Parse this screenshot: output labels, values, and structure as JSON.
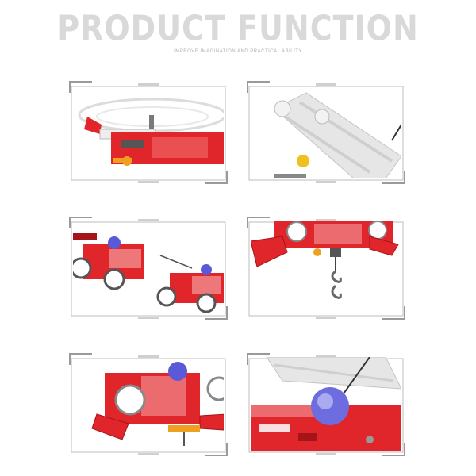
{
  "header": {
    "title": "PRODUCT FUNCTION",
    "subtitle": "IMPROVE IMAGINATION AND PRACTICAL ABILITY"
  },
  "colors": {
    "frame": "#bdbdbd",
    "toy_red": "#e0262b",
    "toy_dark_red": "#a51419",
    "toy_white": "#eeeeee",
    "toy_gray": "#7a7a7a",
    "accent_orange": "#f0a020",
    "dome_blue": "#5a5ad8"
  },
  "panels": [
    {
      "id": "helicopter-rotor",
      "icon": "helicopter-icon"
    },
    {
      "id": "ladder-arm",
      "icon": "ladder-icon"
    },
    {
      "id": "two-vehicle-models",
      "icon": "car-icon"
    },
    {
      "id": "crane-hook",
      "icon": "hook-icon"
    },
    {
      "id": "hovercraft-model",
      "icon": "hovercraft-icon"
    },
    {
      "id": "cabin-detail",
      "icon": "dome-icon"
    }
  ]
}
